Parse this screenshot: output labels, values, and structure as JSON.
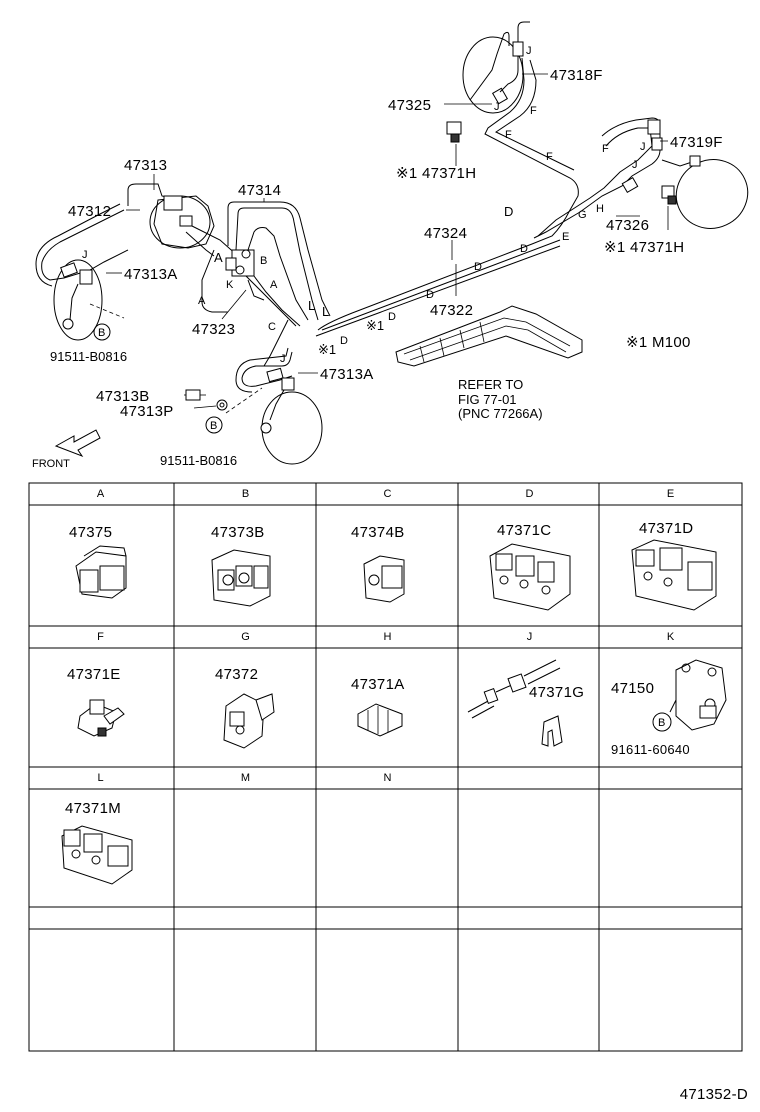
{
  "diagram": {
    "labels": {
      "p47318F": "47318F",
      "p47325": "47325",
      "p47371H_a": "※1 47371H",
      "p47319F": "47319F",
      "p47326": "47326",
      "p47371H_b": "※1 47371H",
      "p47313": "47313",
      "p47312": "47312",
      "p47314": "47314",
      "p47313A_a": "47313A",
      "p47323": "47323",
      "p47324": "47324",
      "p47322": "47322",
      "p91511_a": "91511-B0816",
      "p47313A_b": "47313A",
      "p47313B": "47313B",
      "p47313P": "47313P",
      "p91511_b": "91511-B0816",
      "note_m100": "※1 M100",
      "refer1": "REFER TO",
      "refer2": "FIG 77-01",
      "refer3": "(PNC 77266A)",
      "front": "FRONT",
      "bubble_b": "B",
      "mark1_a": "※1",
      "mark1_b": "※1"
    },
    "letters": {
      "J": "J",
      "F": "F",
      "D": "D",
      "E": "E",
      "G": "G",
      "H": "H",
      "A": "A",
      "B": "B",
      "C": "C",
      "K": "K",
      "L": "L"
    }
  },
  "table": {
    "rows": [
      [
        {
          "letter": "A",
          "part": "47375"
        },
        {
          "letter": "B",
          "part": "47373B"
        },
        {
          "letter": "C",
          "part": "47374B"
        },
        {
          "letter": "D",
          "part": "47371C"
        },
        {
          "letter": "E",
          "part": "47371D"
        }
      ],
      [
        {
          "letter": "F",
          "part": "47371E"
        },
        {
          "letter": "G",
          "part": "47372"
        },
        {
          "letter": "H",
          "part": "47371A"
        },
        {
          "letter": "J",
          "part": "47371G"
        },
        {
          "letter": "K",
          "part": "47150",
          "sub_bubble": "B",
          "sub_part": "91611-60640"
        }
      ],
      [
        {
          "letter": "L",
          "part": "47371M"
        },
        {
          "letter": "M",
          "part": ""
        },
        {
          "letter": "N",
          "part": ""
        },
        {
          "letter": "",
          "part": ""
        },
        {
          "letter": "",
          "part": ""
        }
      ],
      [
        {
          "letter": "",
          "part": ""
        },
        {
          "letter": "",
          "part": ""
        },
        {
          "letter": "",
          "part": ""
        },
        {
          "letter": "",
          "part": ""
        },
        {
          "letter": "",
          "part": ""
        }
      ]
    ]
  },
  "footer": {
    "code": "471352-D"
  }
}
